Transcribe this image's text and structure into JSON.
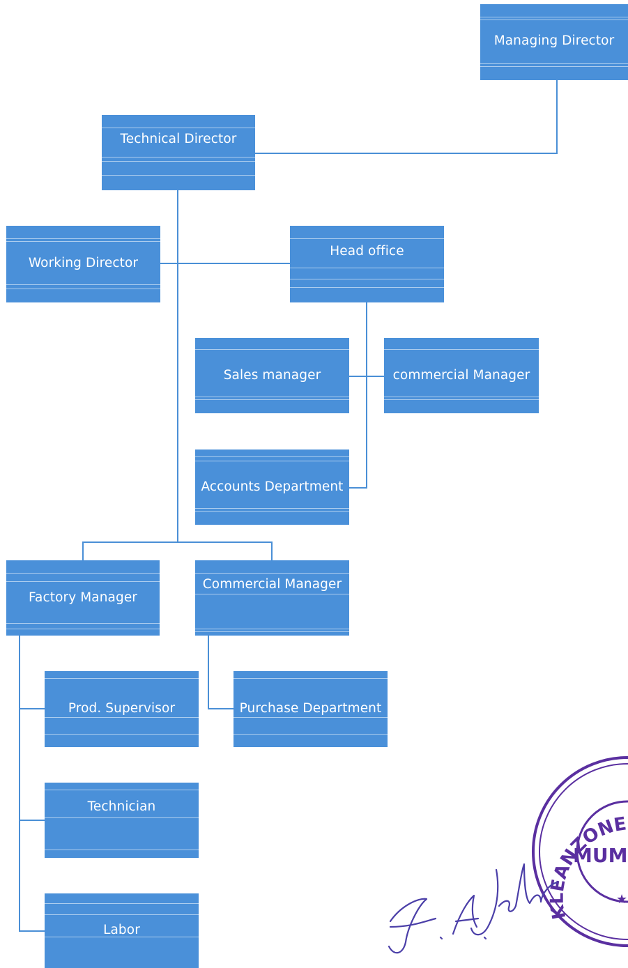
{
  "org_chart": {
    "nodes": {
      "managing_director": "Managing Director",
      "technical_director": "Technical Director",
      "working_director": "Working Director",
      "head_office": "Head office",
      "sales_manager": "Sales manager",
      "commercial_manager_head": "commercial Manager",
      "accounts_department": "Accounts Department",
      "factory_manager": "Factory Manager",
      "commercial_manager": "Commercial  Manager",
      "prod_supervisor": "Prod. Supervisor",
      "purchase_department": "Purchase Department",
      "technician": "Technician",
      "labor": "Labor"
    }
  },
  "stamp": {
    "ring_text": "KLEANZONE SYSTEMS (I",
    "center_text": "MUMB",
    "star": "★"
  },
  "signature": {
    "text": "J. A. Jah"
  },
  "colors": {
    "box_fill": "#4a90d9",
    "connector": "#4a8fd6",
    "stamp": "#5a2fa0",
    "signature_ink": "#4b3fa8"
  }
}
